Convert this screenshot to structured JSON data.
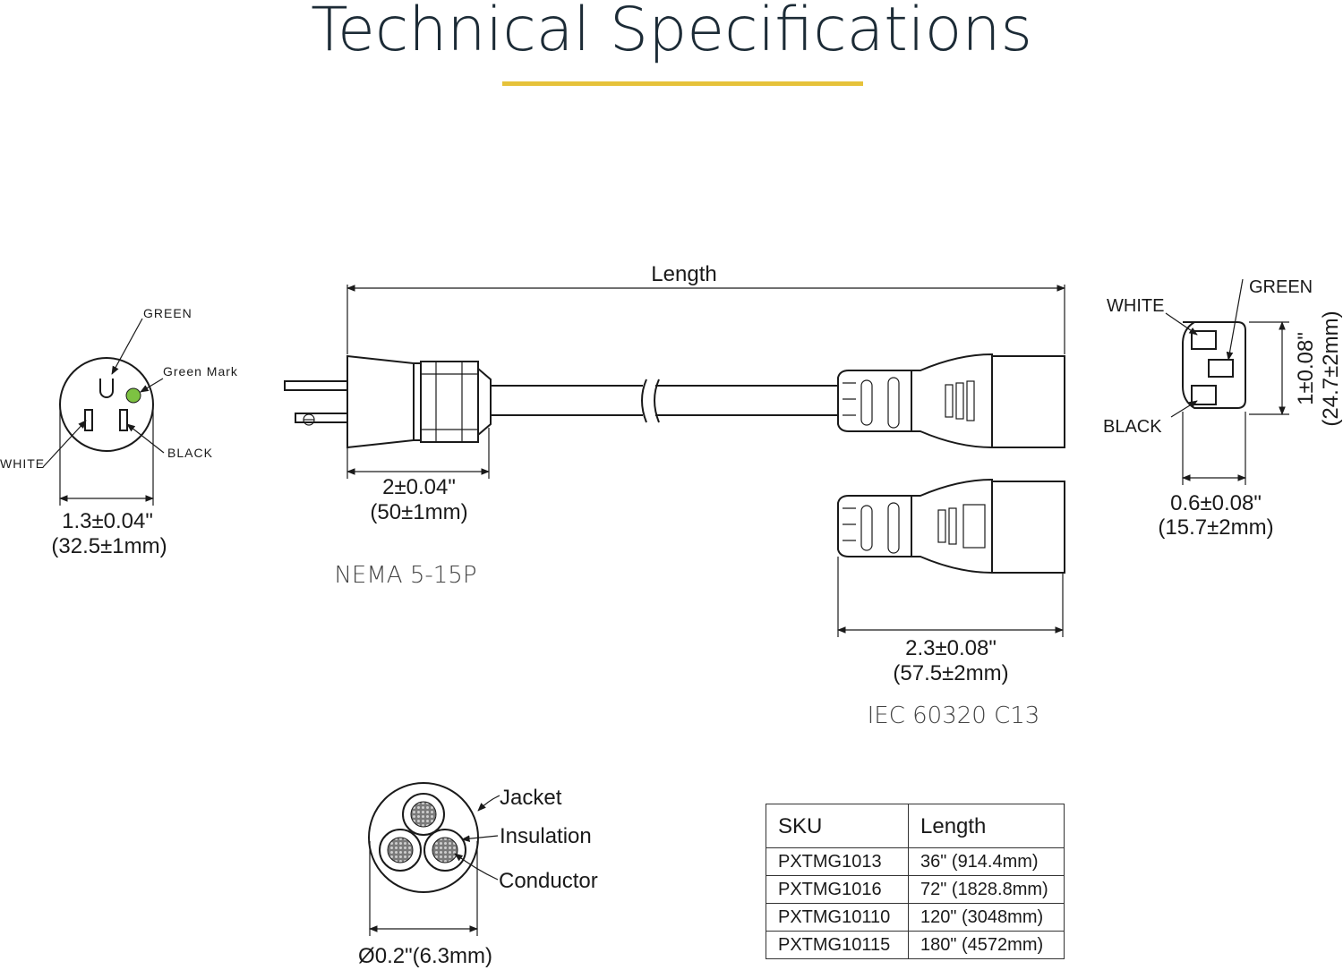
{
  "title": "Technical Specifications",
  "colors": {
    "accent": "#e6c23a",
    "green_mark": "#7dc242",
    "title": "#1c2b36"
  },
  "nema": {
    "labels": {
      "green": "GREEN",
      "green_mark": "Green  Mark",
      "white": "WHITE",
      "black": "BLACK"
    },
    "diameter_in": "1.3±0.04\"",
    "diameter_mm": "(32.5±1mm)",
    "caption": "NEMA 5-15P"
  },
  "cable": {
    "length_label": "Length",
    "plug_length_in": "2±0.04\"",
    "plug_length_mm": "(50±1mm)"
  },
  "c13": {
    "length_in": "2.3±0.08\"",
    "length_mm": "(57.5±2mm)",
    "caption": "IEC 60320 C13",
    "face": {
      "labels": {
        "white": "WHITE",
        "green": "GREEN",
        "black": "BLACK"
      },
      "width_in": "0.6±0.08\"",
      "width_mm": "(15.7±2mm)",
      "height_in": "1±0.08\"",
      "height_mm": "(24.7±2mm)"
    }
  },
  "cross_section": {
    "labels": {
      "jacket": "Jacket",
      "insulation": "Insulation",
      "conductor": "Conductor"
    },
    "diameter": "Ø0.2\"(6.3mm)"
  },
  "sku_table": {
    "headers": [
      "SKU",
      "Length"
    ],
    "rows": [
      [
        "PXTMG1013",
        "36\" (914.4mm)"
      ],
      [
        "PXTMG1016",
        "72\" (1828.8mm)"
      ],
      [
        "PXTMG10110",
        "120\" (3048mm)"
      ],
      [
        "PXTMG10115",
        "180\" (4572mm)"
      ]
    ]
  }
}
